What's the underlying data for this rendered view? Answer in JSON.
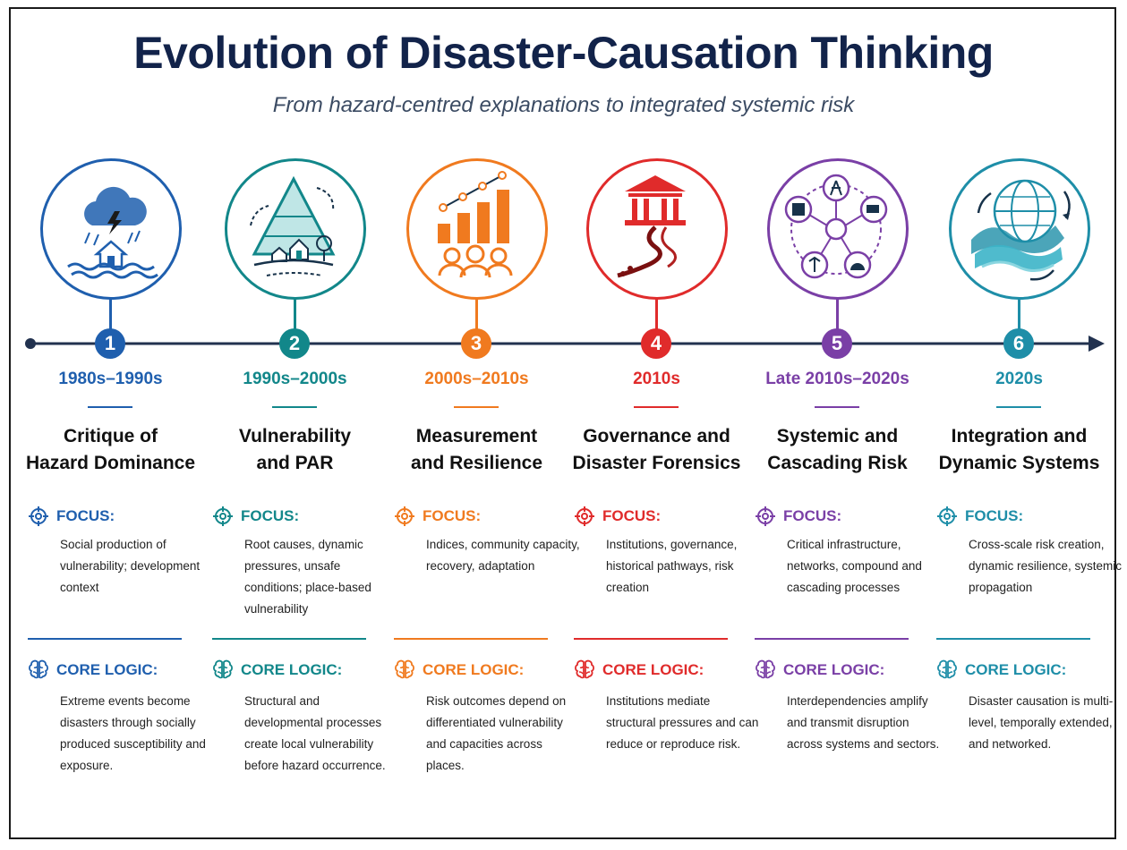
{
  "title": "Evolution of Disaster-Causation Thinking",
  "subtitle": "From hazard-centred explanations to integrated systemic risk",
  "colors": {
    "title": "#12234a",
    "axis": "#22324f"
  },
  "stages": [
    {
      "number": "1",
      "period": "1980s–1990s",
      "phase_line1": "Critique of",
      "phase_line2": "Hazard Dominance",
      "focus_label": "FOCUS:",
      "focus_text": "Social production of vulnerability; development context",
      "logic_label": "CORE LOGIC:",
      "logic_text": "Extreme events become disasters through socially produced susceptibility and exposure.",
      "color": "#1f5fae",
      "icon": "storm-house-icon"
    },
    {
      "number": "2",
      "period": "1990s–2000s",
      "phase_line1": "Vulnerability",
      "phase_line2": "and PAR",
      "focus_label": "FOCUS:",
      "focus_text": "Root causes, dynamic pressures, unsafe conditions; place-based vulnerability",
      "logic_label": "CORE LOGIC:",
      "logic_text": "Structural and developmental processes create local vulnerability before hazard occurrence.",
      "color": "#12878a",
      "icon": "pyramid-village-icon"
    },
    {
      "number": "3",
      "period": "2000s–2010s",
      "phase_line1": "Measurement",
      "phase_line2": "and Resilience",
      "focus_label": "FOCUS:",
      "focus_text": "Indices, community capacity, recovery, adaptation",
      "logic_label": "CORE LOGIC:",
      "logic_text": "Risk outcomes depend on differentiated vulnerability and capacities across places.",
      "color": "#f07a1f",
      "icon": "chart-community-icon"
    },
    {
      "number": "4",
      "period": "2010s",
      "phase_line1": "Governance and",
      "phase_line2": "Disaster Forensics",
      "focus_label": "FOCUS:",
      "focus_text": "Institutions, governance, historical pathways, risk creation",
      "logic_label": "CORE LOGIC:",
      "logic_text": "Institutions mediate structural pressures and can reduce or reproduce risk.",
      "color": "#e02b2b",
      "icon": "institution-path-icon"
    },
    {
      "number": "5",
      "period": "Late 2010s–2020s",
      "phase_line1": "Systemic and",
      "phase_line2": "Cascading Risk",
      "focus_label": "FOCUS:",
      "focus_text": "Critical infrastructure, networks, compound and cascading processes",
      "logic_label": "CORE LOGIC:",
      "logic_text": "Interdependencies amplify and transmit disruption across systems and sectors.",
      "color": "#7a3fa6",
      "icon": "network-infrastructure-icon"
    },
    {
      "number": "6",
      "period": "2020s",
      "phase_line1": "Integration and",
      "phase_line2": "Dynamic Systems",
      "focus_label": "FOCUS:",
      "focus_text": "Cross-scale risk creation, dynamic resilience, systemic propagation",
      "logic_label": "CORE LOGIC:",
      "logic_text": "Disaster causation is multi-level, temporally extended, and networked.",
      "color": "#1e8ea8",
      "icon": "globe-waves-icon"
    }
  ]
}
